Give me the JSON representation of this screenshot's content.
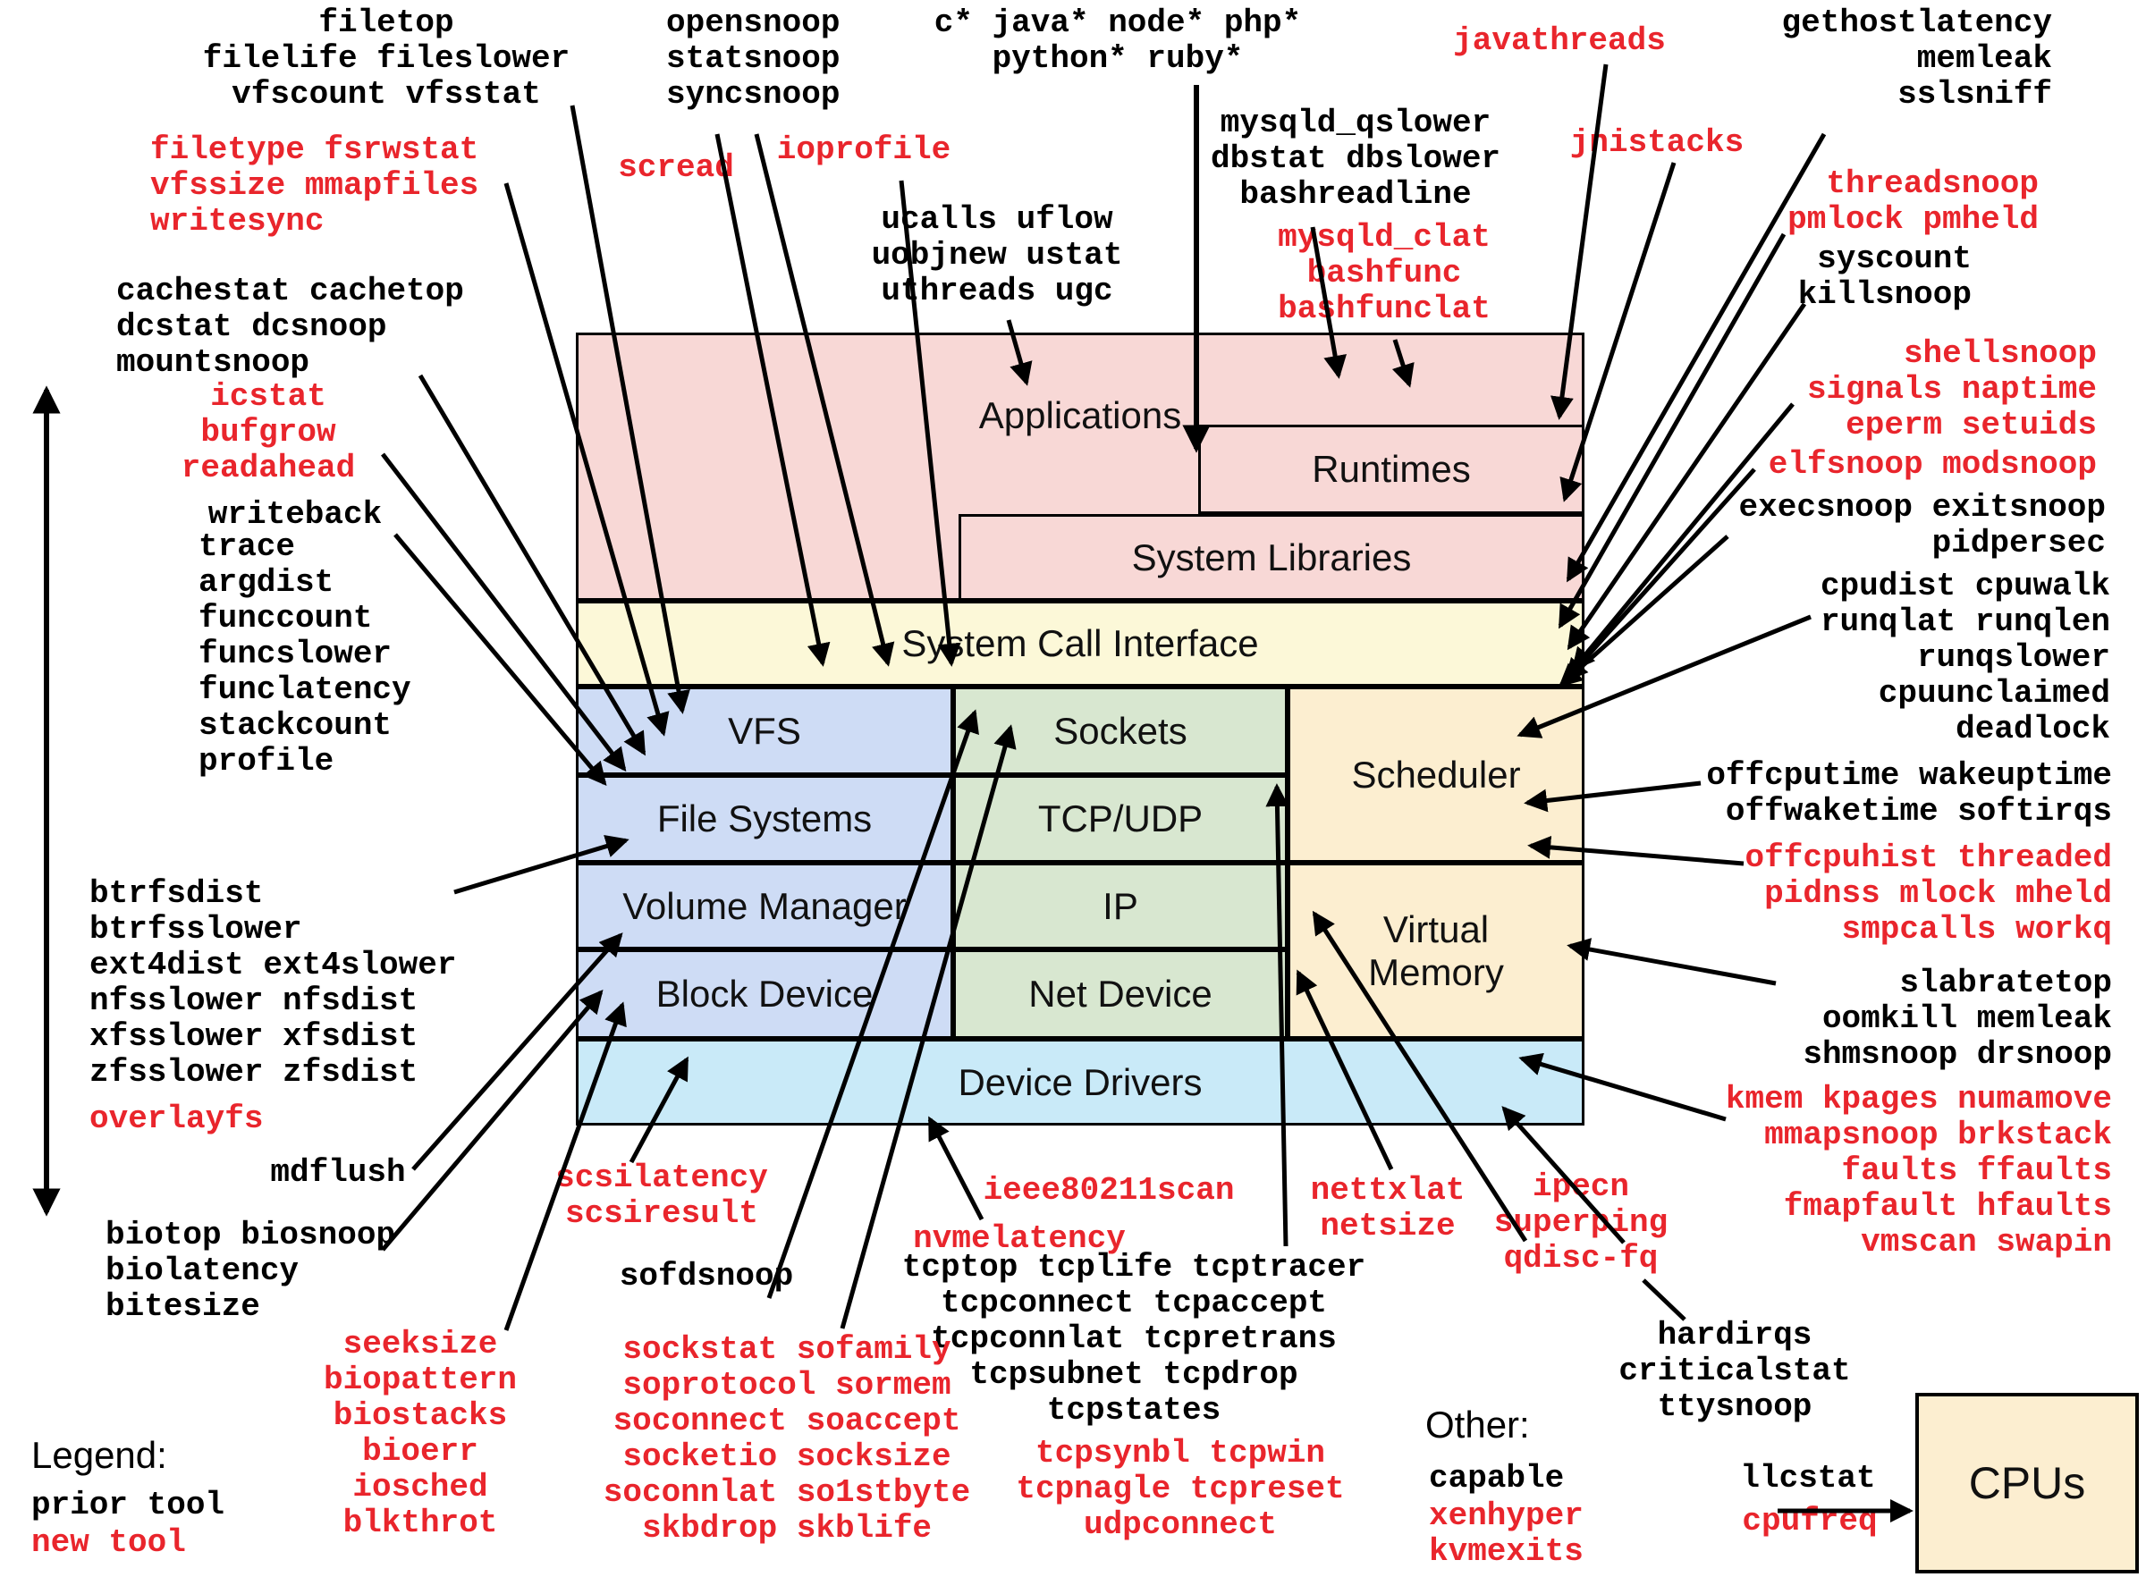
{
  "colors": {
    "prior_tool": "#000000",
    "new_tool": "#e9252c",
    "box_pink": "#f8d8d6",
    "box_yellow": "#fcf8d8",
    "box_blue": "#cedcf5",
    "box_green": "#d8e7d0",
    "box_tan": "#fceed0",
    "box_cyan": "#c9eaf8",
    "line_black": "#000000"
  },
  "boxes": {
    "applications": "Applications",
    "runtimes": "Runtimes",
    "system_libraries": "System Libraries",
    "system_call_interface": "System Call Interface",
    "vfs": "VFS",
    "sockets": "Sockets",
    "scheduler": "Scheduler",
    "file_systems": "File Systems",
    "tcp_udp": "TCP/UDP",
    "volume_manager": "Volume Manager",
    "ip": "IP",
    "virtual_memory": "Virtual\nMemory",
    "block_device": "Block Device",
    "net_device": "Net Device",
    "device_drivers": "Device Drivers",
    "cpus": "CPUs"
  },
  "legend": {
    "title": "Legend:",
    "prior_label": "prior tool",
    "new_label": "new tool"
  },
  "tool_labels": [
    {
      "id": "filetop-grp",
      "style": "prior",
      "font": "mono",
      "align": "ctr",
      "lines": [
        "filetop",
        "filelife fileslower",
        "vfscount vfsstat"
      ]
    },
    {
      "id": "opensnoop-grp",
      "style": "prior",
      "font": "mono",
      "align": "lft",
      "lines": [
        "opensnoop",
        "statsnoop",
        "syncsnoop"
      ]
    },
    {
      "id": "langs-grp",
      "style": "prior",
      "font": "mono",
      "align": "ctr",
      "lines": [
        "c* java* node* php*",
        "python* ruby*"
      ]
    },
    {
      "id": "javathreads",
      "style": "new",
      "font": "mono",
      "align": "ctr",
      "lines": [
        "javathreads"
      ]
    },
    {
      "id": "gethost-grp",
      "style": "prior",
      "font": "mono",
      "align": "rgt",
      "lines": [
        "gethostlatency",
        "memleak",
        "sslsniff"
      ]
    },
    {
      "id": "filetype-grp",
      "style": "new",
      "font": "mono",
      "align": "lft",
      "lines": [
        "filetype fsrwstat",
        "vfssize mmapfiles",
        "writesync"
      ]
    },
    {
      "id": "scread",
      "style": "new",
      "font": "mono",
      "align": "ctr",
      "lines": [
        "scread"
      ]
    },
    {
      "id": "ioprofile",
      "style": "new",
      "font": "mono",
      "align": "ctr",
      "lines": [
        "ioprofile"
      ]
    },
    {
      "id": "mysqld-grp",
      "style": "prior",
      "font": "mono",
      "align": "ctr",
      "lines": [
        "mysqld_qslower",
        "dbstat dbslower",
        "bashreadline"
      ]
    },
    {
      "id": "jnistacks",
      "style": "new",
      "font": "mono",
      "align": "ctr",
      "lines": [
        "jnistacks"
      ]
    },
    {
      "id": "threadsnoop-grp",
      "style": "new",
      "font": "mono",
      "align": "rgt",
      "lines": [
        "threadsnoop",
        "pmlock pmheld"
      ]
    },
    {
      "id": "cachestat-grp",
      "style": "prior",
      "font": "mono",
      "align": "lft",
      "lines": [
        "cachestat cachetop",
        "dcstat dcsnoop",
        "mountsnoop"
      ]
    },
    {
      "id": "ucalls-grp",
      "style": "prior",
      "font": "mono",
      "align": "ctr",
      "lines": [
        "ucalls uflow",
        "uobjnew ustat",
        "uthreads ugc"
      ]
    },
    {
      "id": "mysqldclat-grp",
      "style": "new",
      "font": "mono",
      "align": "ctr",
      "lines": [
        "mysqld_clat",
        "bashfunc",
        "bashfunclat"
      ]
    },
    {
      "id": "syscount-grp",
      "style": "prior",
      "font": "mono",
      "align": "rgt",
      "lines": [
        "syscount",
        "killsnoop"
      ]
    },
    {
      "id": "icstat-grp",
      "style": "new",
      "font": "mono",
      "align": "ctr",
      "lines": [
        "icstat",
        "bufgrow",
        "readahead"
      ]
    },
    {
      "id": "shellsnoop-grp",
      "style": "new",
      "font": "mono",
      "align": "rgt",
      "lines": [
        "shellsnoop",
        "signals naptime",
        "eperm setuids"
      ]
    },
    {
      "id": "elfsnoop-grp",
      "style": "new",
      "font": "mono",
      "align": "rgt",
      "lines": [
        "elfsnoop modsnoop"
      ]
    },
    {
      "id": "writeback",
      "style": "prior",
      "font": "mono",
      "align": "ctr",
      "lines": [
        "writeback"
      ]
    },
    {
      "id": "execsnoop-grp",
      "style": "prior",
      "font": "mono",
      "align": "rgt",
      "lines": [
        "execsnoop exitsnoop",
        "pidpersec"
      ]
    },
    {
      "id": "trace-grp",
      "style": "prior",
      "font": "mono",
      "align": "lft",
      "lines": [
        "trace",
        "argdist",
        "funccount",
        "funcslower",
        "funclatency",
        "stackcount",
        "profile"
      ]
    },
    {
      "id": "cpudist-grp",
      "style": "prior",
      "font": "mono",
      "align": "rgt",
      "lines": [
        "cpudist cpuwalk",
        "runqlat runqlen",
        "runqslower",
        "cpuunclaimed",
        "deadlock"
      ]
    },
    {
      "id": "offcputime-grp",
      "style": "prior",
      "font": "mono",
      "align": "rgt",
      "lines": [
        "offcputime wakeuptime",
        "offwaketime softirqs"
      ]
    },
    {
      "id": "offcpuhist-grp",
      "style": "new",
      "font": "mono",
      "align": "rgt",
      "lines": [
        "offcpuhist threaded",
        "pidnss mlock mheld",
        "smpcalls workq"
      ]
    },
    {
      "id": "btrfs-grp",
      "style": "prior",
      "font": "mono",
      "align": "lft",
      "lines": [
        "btrfsdist",
        "btrfsslower",
        "ext4dist ext4slower",
        "nfsslower nfsdist",
        "xfsslower xfsdist",
        "zfsslower zfsdist"
      ]
    },
    {
      "id": "slabratetop-grp",
      "style": "prior",
      "font": "mono",
      "align": "rgt",
      "lines": [
        "slabratetop",
        "oomkill memleak",
        "shmsnoop drsnoop"
      ]
    },
    {
      "id": "overlayfs",
      "style": "new",
      "font": "mono",
      "align": "lft",
      "lines": [
        "overlayfs"
      ]
    },
    {
      "id": "kmem-grp",
      "style": "new",
      "font": "mono",
      "align": "rgt",
      "lines": [
        "kmem kpages numamove",
        "mmapsnoop brkstack",
        "faults ffaults",
        "fmapfault hfaults",
        "vmscan swapin"
      ]
    },
    {
      "id": "mdflush",
      "style": "prior",
      "font": "mono",
      "align": "ctr",
      "lines": [
        "mdflush"
      ]
    },
    {
      "id": "scsilatency-grp",
      "style": "new",
      "font": "mono",
      "align": "ctr",
      "lines": [
        "scsilatency",
        "scsiresult"
      ]
    },
    {
      "id": "ieee-grp",
      "style": "new",
      "font": "mono",
      "align": "ctr",
      "lines": [
        "ieee80211scan"
      ]
    },
    {
      "id": "nettxlat-grp",
      "style": "new",
      "font": "mono",
      "align": "ctr",
      "lines": [
        "nettxlat",
        "netsize"
      ]
    },
    {
      "id": "ipecn-grp",
      "style": "new",
      "font": "mono",
      "align": "ctr",
      "lines": [
        "ipecn",
        "superping",
        "qdisc-fq"
      ]
    },
    {
      "id": "nvmelatency",
      "style": "new",
      "font": "mono",
      "align": "ctr",
      "lines": [
        "nvmelatency"
      ]
    },
    {
      "id": "sofdsnoop",
      "style": "prior",
      "font": "mono",
      "align": "ctr",
      "lines": [
        "sofdsnoop"
      ]
    },
    {
      "id": "biotop-grp",
      "style": "prior",
      "font": "mono",
      "align": "lft",
      "lines": [
        "biotop biosnoop",
        "biolatency",
        "bitesize"
      ]
    },
    {
      "id": "tcptop-grp",
      "style": "prior",
      "font": "mono",
      "align": "ctr",
      "lines": [
        "tcptop tcplife tcptracer",
        "tcpconnect tcpaccept",
        "tcpconnlat tcpretrans",
        "tcpsubnet tcpdrop",
        "tcpstates"
      ]
    },
    {
      "id": "hardirqs-grp",
      "style": "prior",
      "font": "mono",
      "align": "ctr",
      "lines": [
        "hardirqs",
        "criticalstat",
        "ttysnoop"
      ]
    },
    {
      "id": "seeksize-grp",
      "style": "new",
      "font": "mono",
      "align": "ctr",
      "lines": [
        "seeksize",
        "biopattern",
        "biostacks",
        "bioerr",
        "iosched",
        "blkthrot"
      ]
    },
    {
      "id": "sockstat-grp",
      "style": "new",
      "font": "mono",
      "align": "ctr",
      "lines": [
        "sockstat sofamily",
        "soprotocol sormem",
        "soconnect soaccept",
        "socketio socksize",
        "soconnlat so1stbyte",
        "skbdrop skblife"
      ]
    },
    {
      "id": "other-title",
      "style": "prior",
      "font": "sans",
      "align": "lft",
      "lines": [
        "Other:"
      ]
    },
    {
      "id": "tcpsynbl-grp",
      "style": "new",
      "font": "mono",
      "align": "ctr",
      "lines": [
        "tcpsynbl tcpwin",
        "tcpnagle tcpreset",
        "udpconnect"
      ]
    },
    {
      "id": "legend-title",
      "style": "prior",
      "font": "sans",
      "align": "lft",
      "lines": [
        "Legend:"
      ]
    },
    {
      "id": "capable",
      "style": "prior",
      "font": "mono",
      "align": "lft",
      "lines": [
        "capable"
      ]
    },
    {
      "id": "llcstat",
      "style": "prior",
      "font": "mono",
      "align": "ctr",
      "lines": [
        "llcstat"
      ]
    },
    {
      "id": "legend-prior",
      "style": "prior",
      "font": "mono",
      "align": "lft",
      "lines": [
        "prior tool"
      ]
    },
    {
      "id": "xenhyper-grp",
      "style": "new",
      "font": "mono",
      "align": "lft",
      "lines": [
        "xenhyper",
        "kvmexits"
      ]
    },
    {
      "id": "cpufreq",
      "style": "new",
      "font": "mono",
      "align": "ctr",
      "lines": [
        "cpufreq"
      ]
    },
    {
      "id": "legend-new",
      "style": "new",
      "font": "mono",
      "align": "lft",
      "lines": [
        "new tool"
      ]
    }
  ]
}
